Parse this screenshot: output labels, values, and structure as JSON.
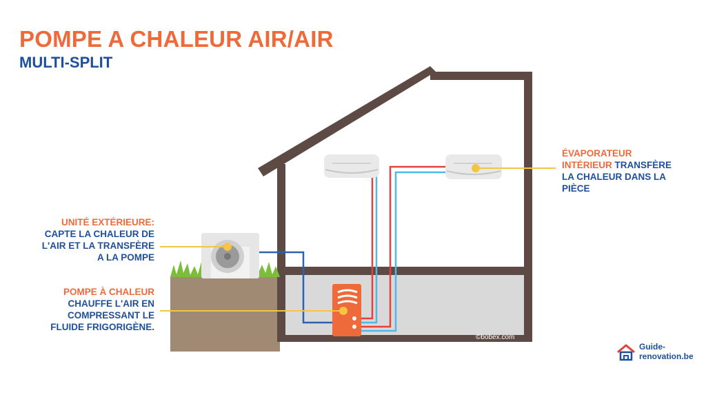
{
  "title": "POMPE A CHALEUR AIR/AIR",
  "subtitle": "MULTI-SPLIT",
  "labels": {
    "outdoor": {
      "heading": "UNITÉ EXTÉRIEURE:",
      "lines": [
        "CAPTE LA CHALEUR DE",
        "L'AIR ET LA TRANSFÈRE",
        "A LA POMPE"
      ]
    },
    "pump": {
      "heading": "POMPE À CHALEUR",
      "lines": [
        "CHAUFFE L'AIR EN",
        "COMPRESSANT LE",
        "FLUIDE FRIGORIGÈNE."
      ]
    },
    "evaporator": {
      "line1_orange": "ÉVAPORATEUR",
      "line2_orange": "INTÉRIEUR",
      "line2_blue": " TRANSFÈRE",
      "line3": "LA CHALEUR DANS LA",
      "line4": "PIÈCE"
    }
  },
  "credit": "©bobex.com",
  "logo": {
    "line1": "Guide-",
    "line2": "renovation.be"
  },
  "colors": {
    "orange": "#ee6a3a",
    "blue": "#1e4f9c",
    "wall": "#5e4a44",
    "pointer": "#f4c542",
    "pipe_hot": "#e2423a",
    "pipe_cold": "#52b6e6",
    "pipe_blue": "#2a62b0",
    "grass": "#7dbd3c",
    "soil": "#a08a74"
  }
}
